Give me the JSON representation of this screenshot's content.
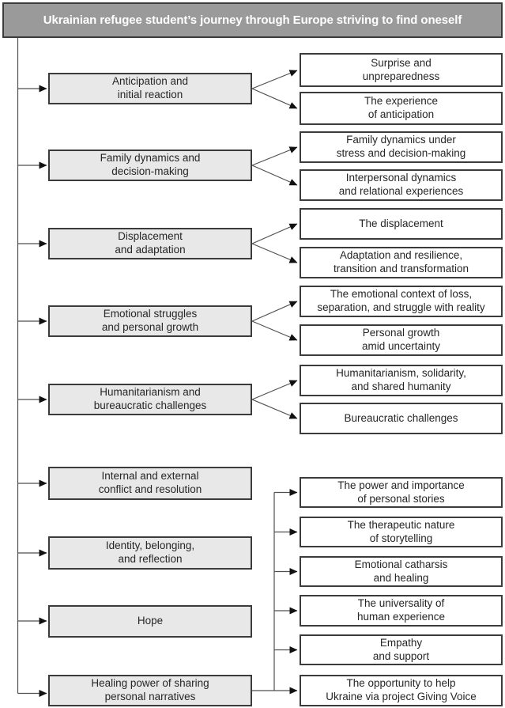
{
  "title": "Ukrainian refugee student’s journey through Europe striving to find oneself",
  "colors": {
    "title_fill": "#9a9a9a",
    "title_text": "#ffffff",
    "theme_box_fill": "#e8e8e8",
    "subtheme_box_fill": "#ffffff",
    "border": "#3b3b3b",
    "connector_line": "#4f4f4f",
    "arrowhead": "#111111"
  },
  "left_nodes": [
    {
      "label": "Anticipation and\ninitial reaction"
    },
    {
      "label": "Family dynamics and\ndecision-making"
    },
    {
      "label": "Displacement\nand adaptation"
    },
    {
      "label": "Emotional struggles\nand personal growth"
    },
    {
      "label": "Humanitarianism and\nbureaucratic challenges"
    },
    {
      "label": "Internal and external\nconflict and resolution"
    },
    {
      "label": "Identity, belonging,\nand reflection"
    },
    {
      "label": "Hope"
    },
    {
      "label": "Healing power of sharing\npersonal narratives"
    }
  ],
  "right_nodes": [
    {
      "label": "Surprise and\nunpreparedness"
    },
    {
      "label": "The experience\nof anticipation"
    },
    {
      "label": "Family dynamics under\nstress and decision-making"
    },
    {
      "label": "Interpersonal dynamics\nand relational experiences"
    },
    {
      "label": "The displacement"
    },
    {
      "label": "Adaptation and resilience,\ntransition and transformation"
    },
    {
      "label": "The emotional context of loss,\nseparation, and struggle with reality"
    },
    {
      "label": "Personal growth\namid uncertainty"
    },
    {
      "label": "Humanitarianism, solidarity,\nand shared humanity"
    },
    {
      "label": "Bureaucratic challenges"
    },
    {
      "label": "The power and importance\nof personal stories"
    },
    {
      "label": "The therapeutic nature\nof storytelling"
    },
    {
      "label": "Emotional catharsis\nand healing"
    },
    {
      "label": "The universality of\nhuman experience"
    },
    {
      "label": "Empathy\nand support"
    },
    {
      "label": "The opportunity to help\nUkraine via project Giving Voice"
    }
  ]
}
